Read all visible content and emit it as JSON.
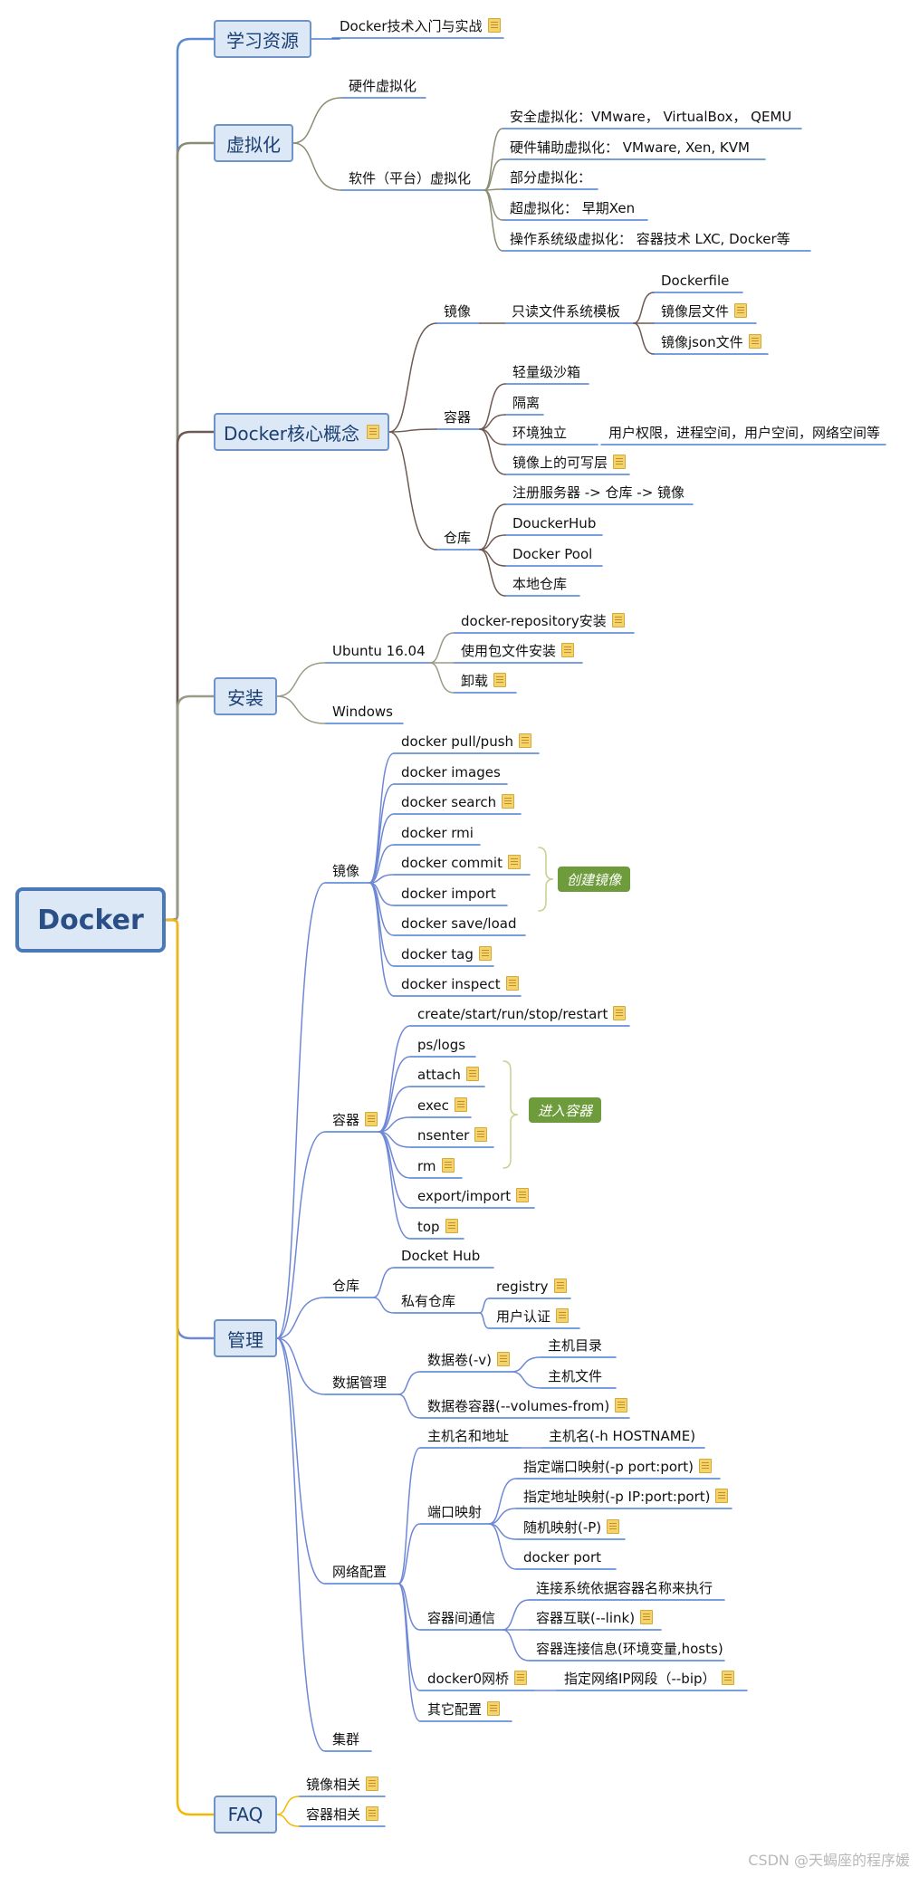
{
  "root": "Docker",
  "topics": {
    "study": "学习资源",
    "virtual": "虚拟化",
    "core": "Docker核心概念",
    "install": "安装",
    "manage": "管理",
    "faq": "FAQ"
  },
  "study": {
    "book": "Docker技术入门与实战"
  },
  "virtual": {
    "hardware": "硬件虚拟化",
    "software": "软件（平台）虚拟化",
    "software_items": [
      "安全虚拟化：VMware， VirtualBox， QEMU",
      "硬件辅助虚拟化： VMware, Xen, KVM",
      "部分虚拟化：",
      "超虚拟化： 早期Xen",
      "操作系统级虚拟化： 容器技术 LXC, Docker等"
    ]
  },
  "core": {
    "image": "镜像",
    "image_template": "只读文件系统模板",
    "image_items": [
      "Dockerfile",
      "镜像层文件",
      "镜像json文件"
    ],
    "container": "容器",
    "container_items": [
      "轻量级沙箱",
      "隔离",
      "环境独立",
      "镜像上的可写层"
    ],
    "container_env_detail": "用户权限，进程空间，用户空间，网络空间等",
    "repo": "仓库",
    "repo_items": [
      "注册服务器  -> 仓库 -> 镜像",
      "DouckerHub",
      "Docker Pool",
      "本地仓库"
    ]
  },
  "install": {
    "ubuntu": "Ubuntu 16.04",
    "windows": "Windows",
    "ubuntu_items": [
      "docker-repository安装",
      "使用包文件安装",
      "卸载"
    ]
  },
  "manage": {
    "image": "镜像",
    "image_items": [
      "docker pull/push",
      "docker images",
      "docker search",
      "docker rmi",
      "docker commit",
      "docker import",
      "docker save/load",
      "docker tag",
      "docker inspect"
    ],
    "create_image_tag": "创建镜像",
    "container": "容器",
    "container_items": [
      "create/start/run/stop/restart",
      "ps/logs",
      "attach",
      "exec",
      "nsenter",
      "rm",
      "export/import",
      "top"
    ],
    "enter_container_tag": "进入容器",
    "repo": "仓库",
    "docket_hub": "Docket Hub",
    "private_repo": "私有仓库",
    "private_items": [
      "registry",
      "用户认证"
    ],
    "data": "数据管理",
    "volume": "数据卷(-v)",
    "volume_items": [
      "主机目录",
      "主机文件"
    ],
    "volume_container": "数据卷容器(--volumes-from)",
    "network": "网络配置",
    "host": "主机名和地址",
    "host_item": "主机名(-h HOSTNAME)",
    "port": "端口映射",
    "port_items": [
      "指定端口映射(-p port:port)",
      "指定地址映射(-p IP:port:port)",
      "随机映射(-P)",
      "docker port"
    ],
    "link": "容器间通信",
    "link_items": [
      "连接系统依据容器名称来执行",
      "容器互联(--link)",
      "容器连接信息(环境变量,hosts)"
    ],
    "bridge": "docker0网桥",
    "bridge_item": "指定网络IP网段（--bip）",
    "other": "其它配置",
    "cluster": "集群"
  },
  "faq": {
    "items": [
      "镜像相关",
      "容器相关"
    ]
  },
  "watermark": "CSDN @天蝎座的程序媛",
  "colors": {
    "underline": "#4a7fd4",
    "box_fill": "#dce8f6",
    "box_border": "#6f93c4",
    "tag_green": "#6e9b3b",
    "faq_branch": "#f5b800"
  }
}
